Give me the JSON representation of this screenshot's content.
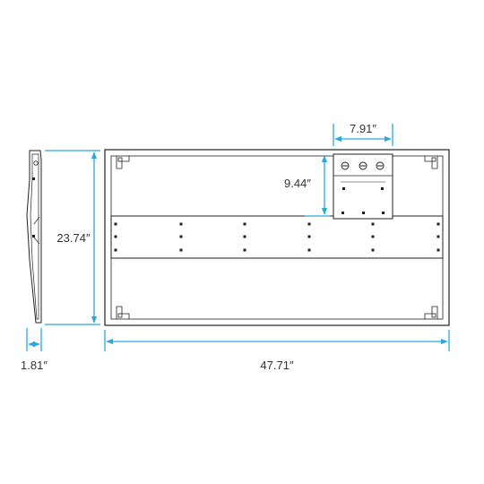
{
  "dimensions": {
    "depth": "1.81″",
    "height": "23.74″",
    "width": "47.71″",
    "box_width": "7.91″",
    "box_offset": "9.44″"
  },
  "colors": {
    "dimension_line": "#29a8e0",
    "outline": "#222222",
    "text": "#333333"
  }
}
